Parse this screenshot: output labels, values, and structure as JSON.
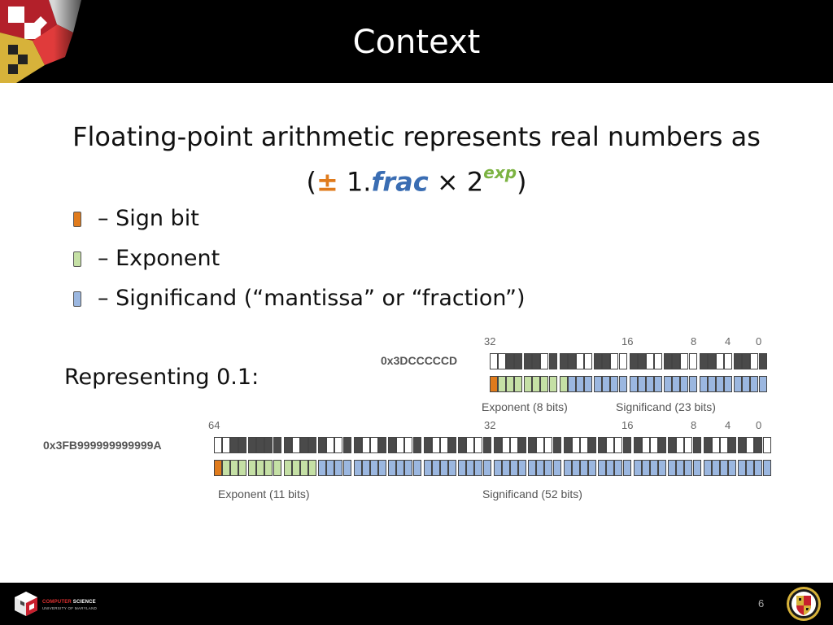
{
  "slide": {
    "title": "Context",
    "page_number": "6"
  },
  "headline": "Floating-point arithmetic represents real numbers as",
  "formula": {
    "open": "(",
    "sign": "±",
    "one": " 1.",
    "frac": "frac",
    "times": " × 2",
    "exp": "exp",
    "close": ")"
  },
  "legend": [
    {
      "label": "–  Sign bit",
      "color": "#e07b1c"
    },
    {
      "label": "–  Exponent",
      "color": "#c5e0a5"
    },
    {
      "label": "–  Significand (“mantissa” or “fraction”)",
      "color": "#9bb7e0"
    }
  ],
  "representing_label": "Representing 0.1:",
  "single": {
    "hex": "0x3DCCCCCD",
    "bits": "00111101110011001100110011001101",
    "exponent_caption": "Exponent (8 bits)",
    "significand_caption": "Significand (23 bits)",
    "ticks": [
      "32",
      "16",
      "8",
      "4",
      "0"
    ]
  },
  "double": {
    "hex": "0x3FB999999999999A",
    "bits": "0011111110111001100110011001100110011001100110011001100110011010",
    "exponent_caption": "Exponent (11 bits)",
    "significand_caption": "Significand (52 bits)",
    "ticks": [
      "64",
      "32",
      "16",
      "8",
      "4",
      "0"
    ]
  },
  "footer": {
    "dept_line1_red": "COMPUTER",
    "dept_line1": " SCIENCE",
    "dept_line2": "UNIVERSITY OF MARYLAND"
  },
  "colors": {
    "one_bit": "#4a4a4a",
    "zero_bit": "#ffffff",
    "sign": "#e07b1c",
    "exponent": "#c5e0a5",
    "significand": "#9bb7e0"
  },
  "icons": {
    "header_decoration": "maryland-flag",
    "footer_logo": "cs-cube-logo",
    "footer_seal": "university-seal"
  }
}
